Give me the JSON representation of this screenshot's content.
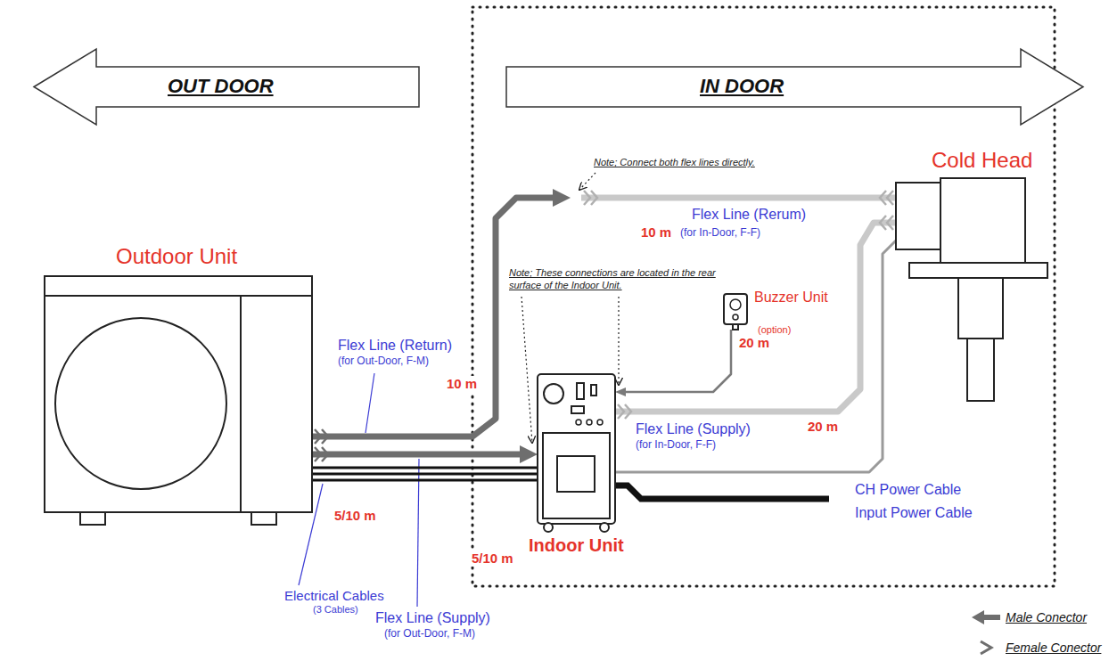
{
  "diagram": {
    "nodes": [
      {
        "text": [
          "OUT DOOR"
        ]
      },
      {
        "text": [
          "IN DOOR"
        ]
      },
      {
        "text": [
          "Cold Head"
        ]
      },
      {
        "text": [
          "Outdoor Unit"
        ]
      },
      {
        "text": [
          "Buzzer Unit",
          "(option)"
        ]
      },
      {
        "text": [
          "Indoor Unit"
        ]
      }
    ],
    "edges": [
      {
        "from": 3,
        "to": 2,
        "arrow": "none"
      },
      {
        "from": 3,
        "to": 5,
        "arrow": "to"
      },
      {
        "from": 3,
        "to": 5,
        "arrow": "none"
      },
      {
        "from": 5,
        "to": 2,
        "arrow": "none"
      },
      {
        "from": 4,
        "to": 5,
        "arrow": "to"
      },
      {
        "from": 5,
        "to": 2,
        "arrow": "none"
      }
    ],
    "labels": [
      "Note; Connect both flex lines directly.",
      "Flex Line (Rerum)",
      "10 m",
      "(for In-Door, F-F)",
      "Note; These connections are located in the rear surface of the Indoor Unit.",
      "Flex Line (Return)",
      "(for Out-Door, F-M)",
      "20 m",
      "10 m",
      "Flex Line (Supply)",
      "(for In-Door, F-F)",
      "20 m",
      "CH Power Cable",
      "Input Power Cable",
      "5/10 m",
      "5/10 m",
      "Electrical Cables",
      "(3 Cables)",
      "Flex Line (Supply)",
      "(for Out-Door, F-M)"
    ],
    "legend": [
      {
        "text": "Male Conector"
      },
      {
        "text": "Female Conector"
      }
    ]
  }
}
